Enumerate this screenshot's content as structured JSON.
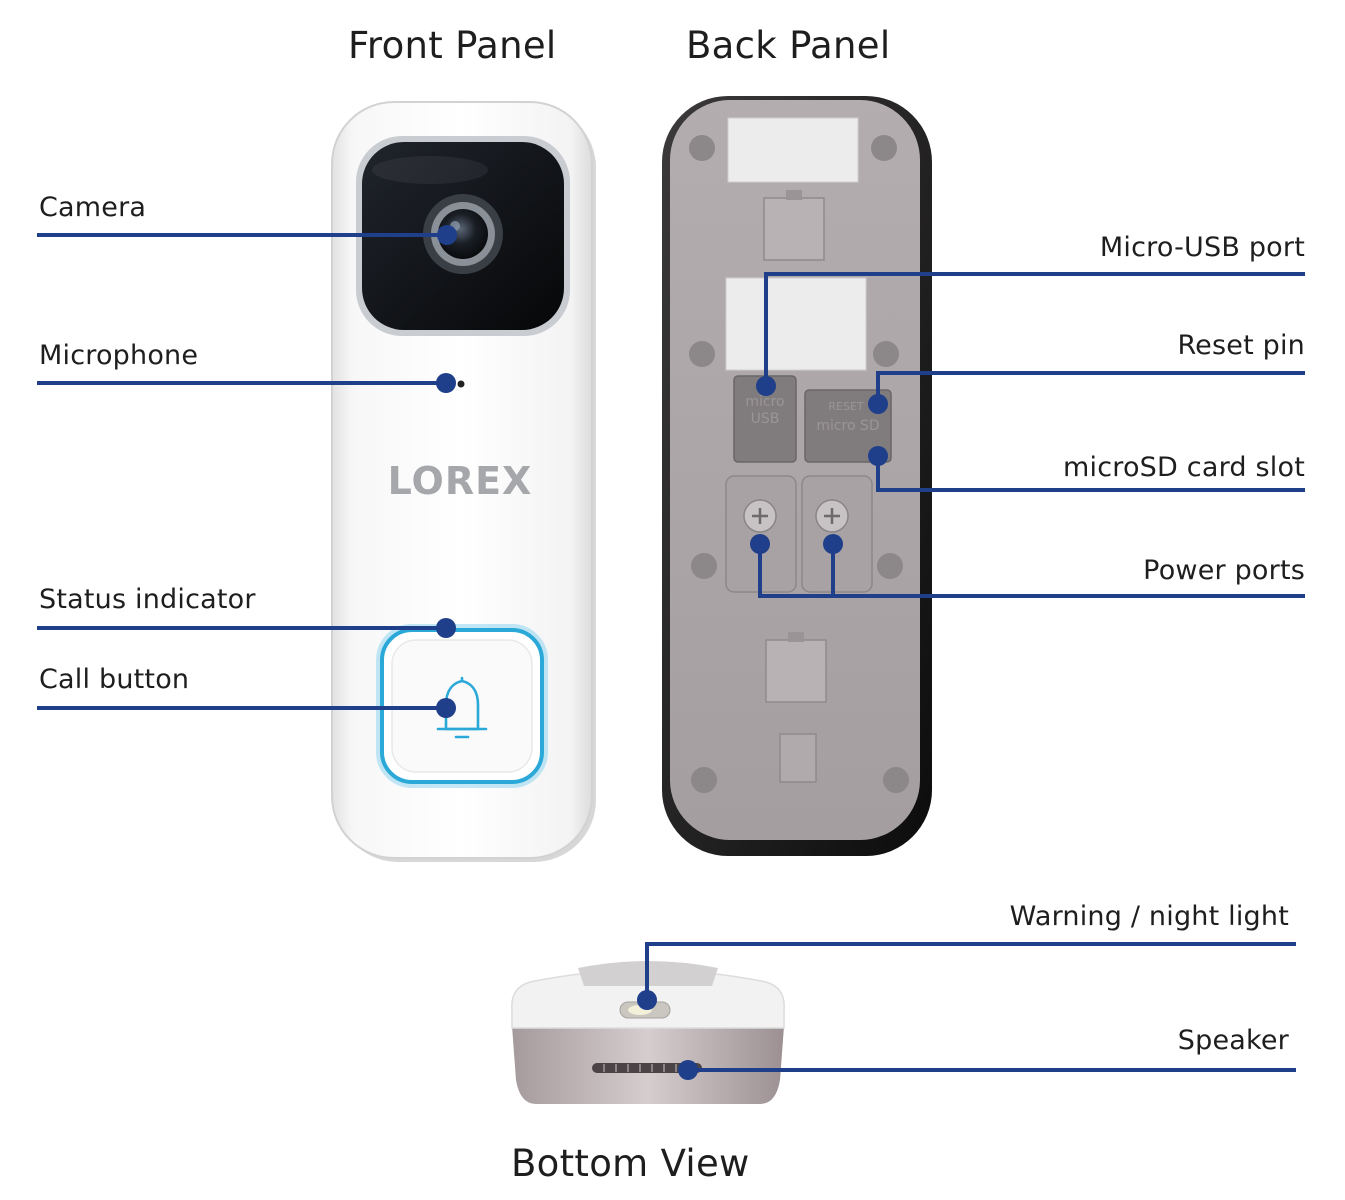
{
  "titles": {
    "front": "Front Panel",
    "back": "Back Panel",
    "bottom": "Bottom View"
  },
  "front_labels": {
    "camera": "Camera",
    "microphone": "Microphone",
    "status_indicator": "Status indicator",
    "call_button": "Call button"
  },
  "back_labels": {
    "micro_usb_port": "Micro-USB port",
    "reset_pin": "Reset pin",
    "microsd_card_slot": "microSD card slot",
    "power_ports": "Power ports"
  },
  "bottom_labels": {
    "warning_night_light": "Warning / night light",
    "speaker": "Speaker"
  },
  "device_text": {
    "brand": "LOREX",
    "usb_slot_line1": "micro",
    "usb_slot_line2": "USB",
    "sd_slot_line1": "RESET",
    "sd_slot_line2": "micro SD"
  },
  "colors": {
    "callout_line": "#1f3f8a",
    "ring_light": "#2aa8d8",
    "back_body": "#aaa4a6"
  },
  "icons": [
    "bell-icon",
    "screw-icon"
  ]
}
